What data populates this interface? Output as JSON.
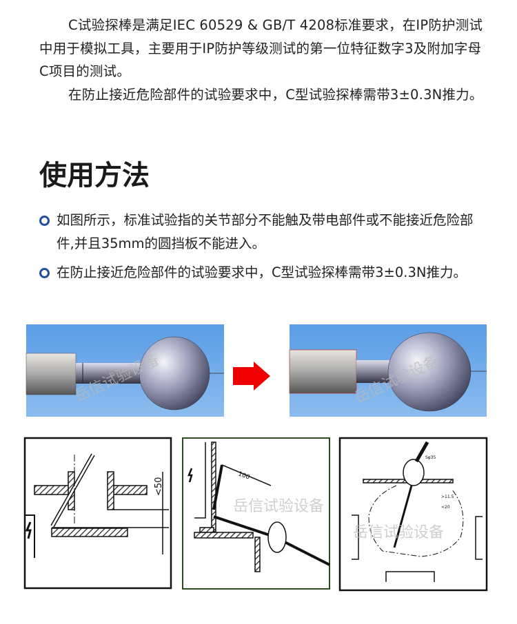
{
  "intro": {
    "para1": "C试验探棒是满足IEC 60529 & GB/T 4208标准要求，在IP防护测试中用于模拟工具，主要用于IP防护等级测试的第一位特征数字3及附加字母C项目的测试。",
    "para2": "在防止接近危险部件的试验要求中，C型试验探棒需带3±0.3N推力。"
  },
  "section": {
    "title": "使用方法"
  },
  "bullets": [
    {
      "text": "如图所示，标准试验指的关节部分不能触及带电部件或不能接近危险部件,并且35mm的圆挡板不能进入。"
    },
    {
      "text": "在防止接近危险部件的试验要求中，C型试验探棒需带3±0.3N推力。"
    }
  ],
  "watermark": "岳信试验设备",
  "diagram_labels": {
    "d1": "<50",
    "d2": "100",
    "d3a": "Sφ35",
    "d3b": ">11.5",
    "d3c": "<20"
  },
  "colors": {
    "bullet": "#1f4fa0",
    "arrow": "#ee0000",
    "sky": "#6fa8e8"
  }
}
